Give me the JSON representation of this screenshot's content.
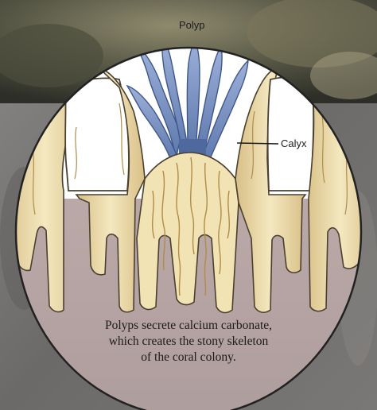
{
  "labels": {
    "polyp": "Polyp",
    "calyx": "Calyx"
  },
  "caption": {
    "lines": [
      "Polyps secrete calcium carbonate,",
      "which creates the stony skeleton",
      "of the coral colony."
    ]
  },
  "colors": {
    "polyp": "#7f97c6",
    "skeleton": "#f1e3b4",
    "skeleton_shadow": "#d9bd7f",
    "base": "#b9a9a8",
    "background_rock": "#6f6d6a"
  }
}
